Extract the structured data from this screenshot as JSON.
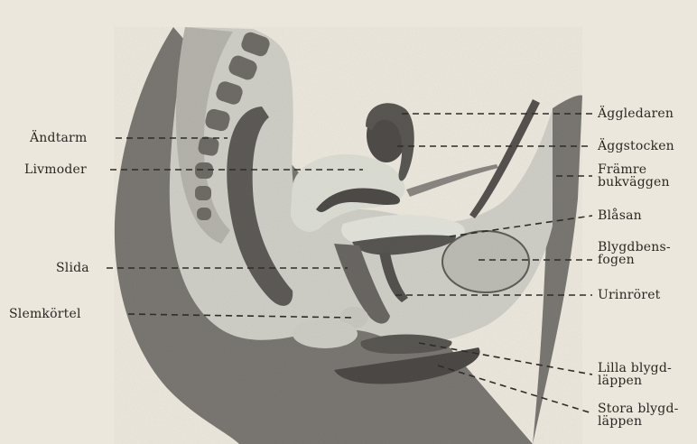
{
  "labels_left": [
    {
      "id": "andtarm",
      "text": "Ändtarm"
    },
    {
      "id": "livmoder",
      "text": "Livmoder"
    },
    {
      "id": "slida",
      "text": "Slida"
    },
    {
      "id": "slemkortel",
      "text": "Slemkörtel"
    }
  ],
  "labels_right": [
    {
      "id": "aggledaren",
      "lines": [
        "Äggledaren"
      ]
    },
    {
      "id": "aggstocken",
      "lines": [
        "Äggstocken"
      ]
    },
    {
      "id": "framre-bukvaggen",
      "lines": [
        "Främre",
        "bukväggen"
      ]
    },
    {
      "id": "blasan",
      "lines": [
        "Blåsan"
      ]
    },
    {
      "id": "blygdbensfogen",
      "lines": [
        "Blygdbens-",
        "fogen"
      ]
    },
    {
      "id": "urinroret",
      "lines": [
        "Urinröret"
      ]
    },
    {
      "id": "lilla-blygdlappen",
      "lines": [
        "Lilla blygd-",
        "läppen"
      ]
    },
    {
      "id": "stora-blygdlappen",
      "lines": [
        "Stora blygd-",
        "läppen"
      ]
    }
  ],
  "colors": {
    "background": "#ece7dc",
    "tissue_dark": "#6f6c67",
    "tissue_mid": "#a9a7a0",
    "tissue_light": "#cfcec6",
    "organ_pale": "#dcded4",
    "leader_line": "#2f2c29"
  }
}
